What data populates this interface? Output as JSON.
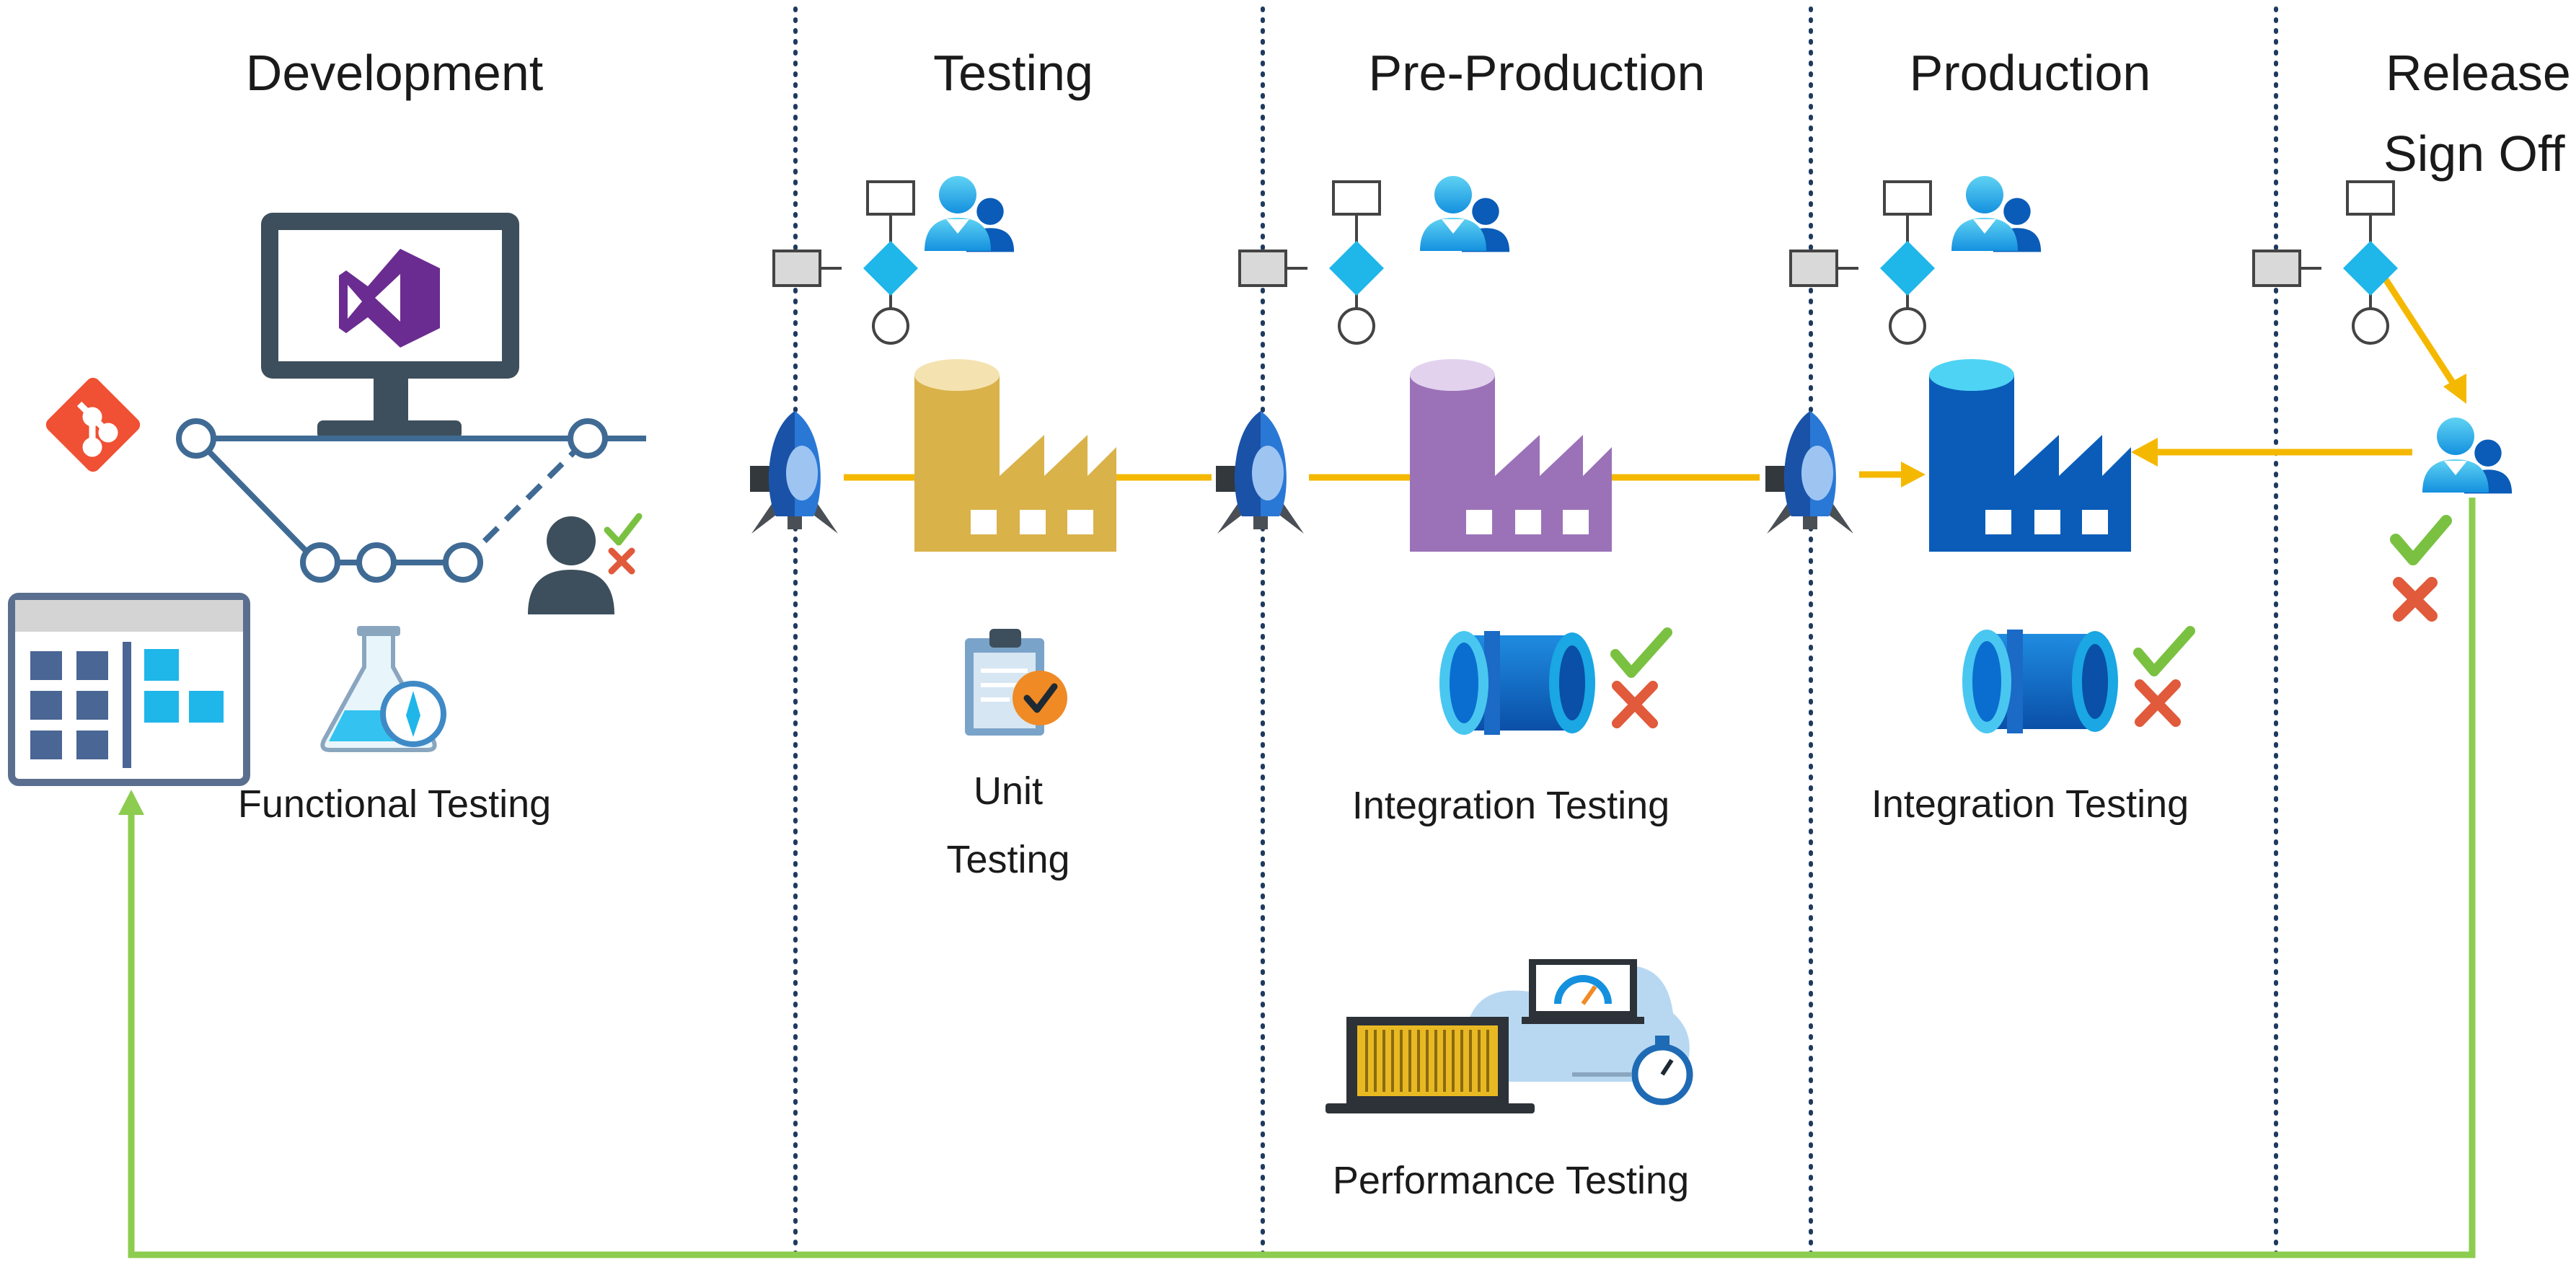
{
  "stages": {
    "development": "Development",
    "testing": "Testing",
    "pre_production": "Pre-Production",
    "production": "Production",
    "release_line1": "Release",
    "release_line2": "Sign Off"
  },
  "labels": {
    "functional_testing": "Functional Testing",
    "unit_line1": "Unit",
    "unit_line2": "Testing",
    "integration_preprod": "Integration Testing",
    "integration_prod": "Integration Testing",
    "performance_testing": "Performance Testing"
  },
  "colors": {
    "pipeline": "#f5b800",
    "feedback": "#8ccc4f",
    "divider": "#1f3a5f",
    "factory_test": "#d9b24a",
    "factory_preprod": "#9b72b8",
    "factory_prod": "#0a5cb8",
    "git": "#f05033",
    "visual_studio": "#6a2c91"
  },
  "icons": {
    "git": "git-icon",
    "ide": "visual-studio-monitor-icon",
    "board": "kanban-board-icon",
    "flask": "test-flask-icon",
    "rocket": "rocket-icon",
    "factory": "factory-icon",
    "approver": "approvers-icon",
    "gate": "approval-gate-icon",
    "clipboard": "clipboard-check-icon",
    "pipe": "pipe-test-icon",
    "perf": "performance-icon"
  }
}
